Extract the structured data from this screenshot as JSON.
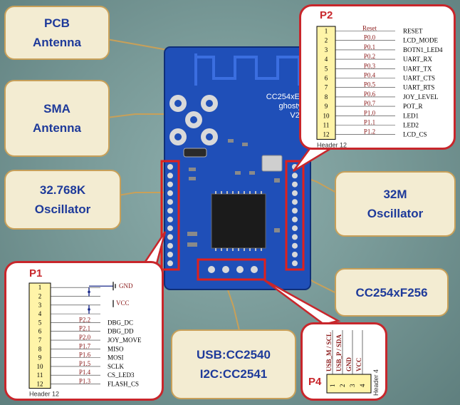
{
  "callouts": {
    "pcb_antenna": [
      "PCB",
      "Antenna"
    ],
    "sma_antenna": [
      "SMA",
      "Antenna"
    ],
    "osc_32k": [
      "32.768K",
      "Oscillator"
    ],
    "osc_32m": [
      "32M",
      "Oscillator"
    ],
    "chip": [
      "CC254xF256"
    ],
    "usb_i2c": [
      "USB:CC2540",
      "I2C:CC2541"
    ]
  },
  "board": {
    "silk_line1": "CC254xEM",
    "silk_line2": "ghostyu",
    "silk_line3": "V2.1"
  },
  "p2": {
    "title": "P2",
    "header_label": "Header 12",
    "pins": [
      {
        "num": "1",
        "net": "Reset",
        "label": "RESET"
      },
      {
        "num": "2",
        "net": "P0.0",
        "label": "LCD_MODE"
      },
      {
        "num": "3",
        "net": "P0.1",
        "label": "BOTN1_LED4"
      },
      {
        "num": "4",
        "net": "P0.2",
        "label": "UART_RX"
      },
      {
        "num": "5",
        "net": "P0.3",
        "label": "UART_TX"
      },
      {
        "num": "6",
        "net": "P0.4",
        "label": "UART_CTS"
      },
      {
        "num": "7",
        "net": "P0.5",
        "label": "UART_RTS"
      },
      {
        "num": "8",
        "net": "P0.6",
        "label": "JOY_LEVEL"
      },
      {
        "num": "9",
        "net": "P0.7",
        "label": "POT_R"
      },
      {
        "num": "10",
        "net": "P1.0",
        "label": "LED1"
      },
      {
        "num": "11",
        "net": "P1.1",
        "label": "LED2"
      },
      {
        "num": "12",
        "net": "P1.2",
        "label": "LCD_CS"
      }
    ]
  },
  "p1": {
    "title": "P1",
    "header_label": "Header 12",
    "gnd_label": "GND",
    "vcc_label": "VCC",
    "pins": [
      {
        "num": "1",
        "net": "",
        "label": ""
      },
      {
        "num": "2",
        "net": "",
        "label": ""
      },
      {
        "num": "3",
        "net": "",
        "label": ""
      },
      {
        "num": "4",
        "net": "",
        "label": ""
      },
      {
        "num": "5",
        "net": "P2.2",
        "label": "DBG_DC"
      },
      {
        "num": "6",
        "net": "P2.1",
        "label": "DBG_DD"
      },
      {
        "num": "7",
        "net": "P2.0",
        "label": "JOY_MOVE"
      },
      {
        "num": "8",
        "net": "P1.7",
        "label": "MISO"
      },
      {
        "num": "9",
        "net": "P1.6",
        "label": "MOSI"
      },
      {
        "num": "10",
        "net": "P1.5",
        "label": "SCLK"
      },
      {
        "num": "11",
        "net": "P1.4",
        "label": "CS_LED3"
      },
      {
        "num": "12",
        "net": "P1.3",
        "label": "FLASH_CS"
      }
    ]
  },
  "p4": {
    "title": "P4",
    "header_label": "Header 4",
    "pins": [
      {
        "num": "1",
        "net": "USB_M / SCL"
      },
      {
        "num": "2",
        "net": "USB_P / SDA"
      },
      {
        "num": "3",
        "net": "GND"
      },
      {
        "num": "4",
        "net": "VCC"
      }
    ]
  },
  "colors": {
    "callout_text": "#1e3a9a",
    "callout_bg": "#f3ecd2",
    "callout_border": "#c8a059",
    "panel_border": "#c8262b",
    "pcb_blue": "#1f4fb8",
    "highlight_red": "#e0201c"
  }
}
